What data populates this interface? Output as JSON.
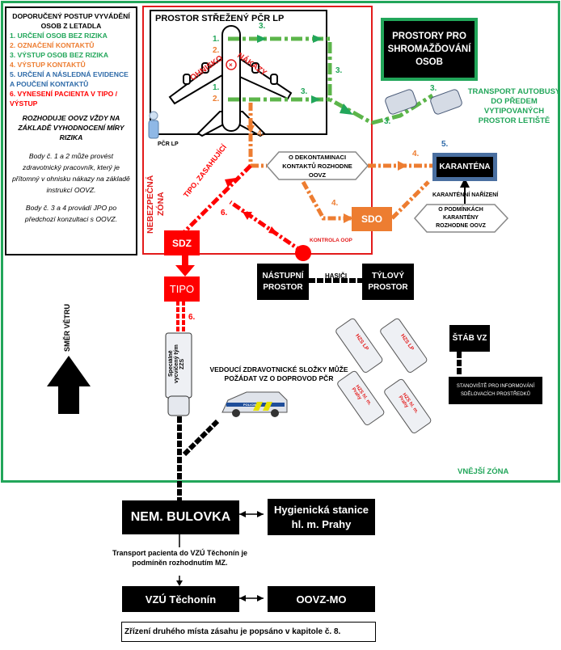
{
  "legend": {
    "title": "DOPORUČENÝ POSTUP VYVÁDĚNÍ OSOB Z LETADLA",
    "steps": [
      {
        "label": "1. URČENÍ OSOB BEZ RIZIKA",
        "color": "#22a65a"
      },
      {
        "label": "2. OZNAČENÍ KONTAKTŮ",
        "color": "#ed7d31"
      },
      {
        "label": "3. VÝSTUP OSOB BEZ RIZIKA",
        "color": "#22a65a"
      },
      {
        "label": "4. VÝSTUP KONTAKTŮ",
        "color": "#ed7d31"
      },
      {
        "label": "5. URČENÍ A NÁSLEDNÁ EVIDENCE A POUČENÍ KONTAKTŮ",
        "color": "#2e6aa8"
      },
      {
        "label": "6. VYNESENÍ PACIENTA V TIPO / VÝSTUP",
        "color": "#ff0000"
      }
    ],
    "decision_note": "ROZHODUJE OOVZ VŽDY NA ZÁKLADĚ VYHODNOCENÍ MÍRY RIZIKA",
    "note_1": "Body č. 1 a 2 může provést zdravotnický pracovník, který je přítomný v ohnisku nákazy na základě instrukcí OOVZ.",
    "note_2": "Body č. 3 a 4 provádí JPO po předchozí konzultaci s OOVZ."
  },
  "zones": {
    "guarded_area": "PROSTOR STŘEŽENÝ PČR LP",
    "danger_zone": "NEBEZPEČNÁ ZÓNA",
    "outer_zone": "VNĚJŠÍ ZÓNA"
  },
  "plane": {
    "focus_left": "OHNISKO",
    "focus_right": "NÁKAZY"
  },
  "police_label": "PČR LP",
  "assembly_area": "PROSTORY PRO SHROMAŽĎOVÁNÍ OSOB",
  "bus_transport": "TRANSPORT AUTOBUSY DO PŘEDEM VYTIPOVANÝCH PROSTOR LETIŠTĚ",
  "decontamination_note": "O DEKONTAMINACI KONTAKTŮ ROZHODNE OOVZ",
  "quarantine": {
    "label": "KARANTÉNA",
    "order": "KARANTÉNNÍ NAŘÍZENÍ",
    "conditions": "O PODMÍNKÁCH KARANTÉNY ROZHODNE OOVZ"
  },
  "sdo": "SDO",
  "sdz": "SDZ",
  "tipo": "TIPO",
  "tipo_path_label": "TIPO, ZASAHUJÍCÍ",
  "ppe_check": "KONTROLA OOP",
  "staging_area": "NÁSTUPNÍ PROSTOR",
  "firefighters": "HASIČI",
  "rear_area": "TÝLOVÝ PROSTOR",
  "wind_direction": "SMĚR VĚTRU",
  "ambulance_label": "Speciálně vycvičený tým ZZS",
  "medic_note": "VEDOUCÍ ZDRAVOTNICKÉ SLOŽKY MŮŽE POŽÁDAT VZ O DOPROVOD PČR",
  "police_car_label": "POLICIE",
  "fire_trucks": [
    "HZS LP",
    "HZS LP",
    "HZS hl. m. Prahy",
    "HZS hl. m. Prahy"
  ],
  "command": "ŠTÁB VZ",
  "media_point": "STANOVIŠTĚ PRO INFORMOVÁNÍ SDĚLOVACÍCH PROSTŘEDKŮ",
  "hospital": "NEM. BULOVKA",
  "hygiene_station": "Hygienická stanice hl. m. Prahy",
  "transport_note": "Transport pacienta do VZÚ Těchonín je podmíněn rozhodnutím MZ.",
  "vzu": "VZÚ Těchonín",
  "oovz_mo": "OOVZ-MO",
  "footnote": "Zřízení druhého místa zásahu je popsáno v kapitole č. 8.",
  "step_numbers": {
    "n1": "1.",
    "n2": "2.",
    "n3": "3.",
    "n4": "4.",
    "n5": "5.",
    "n6": "6."
  }
}
